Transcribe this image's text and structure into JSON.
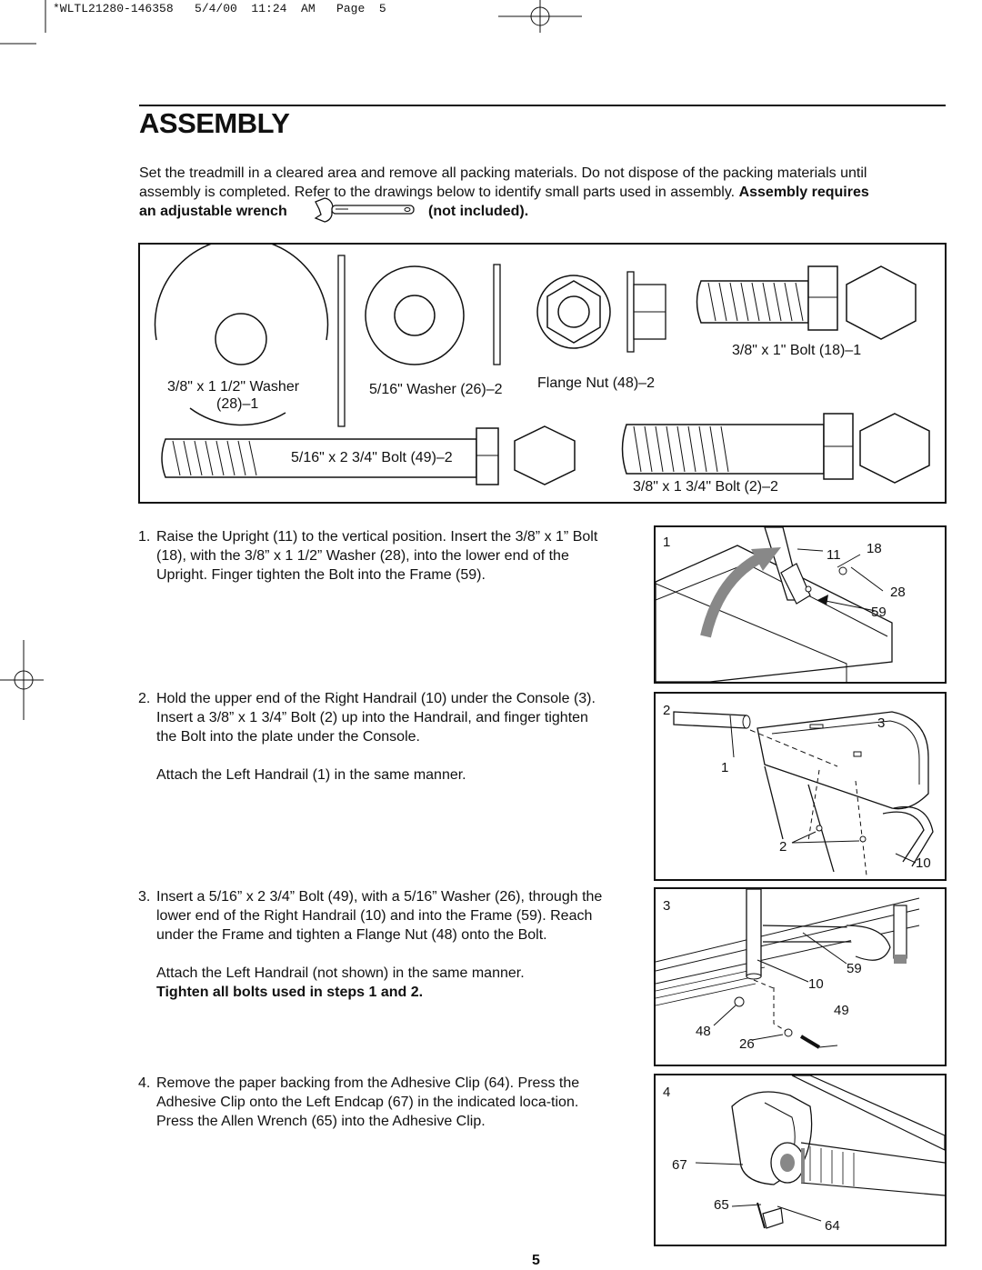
{
  "header": {
    "slug": "*WLTL21280-146358   5/4/00  11:24  AM   Page  5"
  },
  "title": "ASSEMBLY",
  "intro": {
    "line1": "Set the treadmill in a cleared area and remove all packing materials. Do not dispose of the packing materials until",
    "line2_normal": "assembly is completed. Refer to the drawings below to identify small parts used in assembly. ",
    "line2_bold": "Assembly requires",
    "line3_a": "an adjustable wrench",
    "line3_b": "(not included)."
  },
  "parts": {
    "washer_large": "3/8\" x 1 1/2\" Washer",
    "washer_large_qty": "(28)–1",
    "washer_small": "5/16\" Washer (26)–2",
    "flange_nut": "Flange Nut (48)–2",
    "bolt_18": "3/8\" x 1\" Bolt (18)–1",
    "bolt_49": "5/16\" x 2 3/4\" Bolt (49)–2",
    "bolt_2": "3/8\" x 1 3/4\" Bolt (2)–2"
  },
  "steps": [
    {
      "num": "1.",
      "text": "Raise the Upright (11) to the vertical position. Insert the 3/8” x 1” Bolt (18), with the 3/8” x 1 1/2” Washer (28), into the lower end of the Upright. Finger tighten the Bolt into the Frame (59)."
    },
    {
      "num": "2.",
      "text": "Hold the upper end of the Right Handrail (10) under the Console (3). Insert a 3/8” x 1 3/4” Bolt (2) up into the Handrail, and finger tighten the Bolt into the plate under the Console.",
      "sub": "Attach the Left Handrail (1) in the same manner."
    },
    {
      "num": "3.",
      "text": "Insert a 5/16” x 2 3/4” Bolt (49), with a 5/16” Washer (26), through the lower end of the Right Handrail (10) and into the Frame (59). Reach under the Frame and tighten a Flange Nut (48) onto the Bolt.",
      "sub": "Attach the Left Handrail (not shown) in the same manner.",
      "bold": "Tighten all bolts used in steps 1 and 2."
    },
    {
      "num": "4.",
      "text": "Remove the paper backing from the Adhesive Clip (64). Press the Adhesive Clip onto the Left Endcap (67) in the indicated loca-tion. Press the Allen Wrench (65) into the Adhesive Clip."
    }
  ],
  "figures": {
    "fig1": {
      "num": "1",
      "labels": [
        "11",
        "18",
        "28",
        "59"
      ]
    },
    "fig2": {
      "num": "2",
      "labels": [
        "3",
        "1",
        "2",
        "10"
      ]
    },
    "fig3": {
      "num": "3",
      "labels": [
        "59",
        "10",
        "49",
        "48",
        "26"
      ]
    },
    "fig4": {
      "num": "4",
      "labels": [
        "67",
        "65",
        "64"
      ]
    }
  },
  "page_number": "5"
}
